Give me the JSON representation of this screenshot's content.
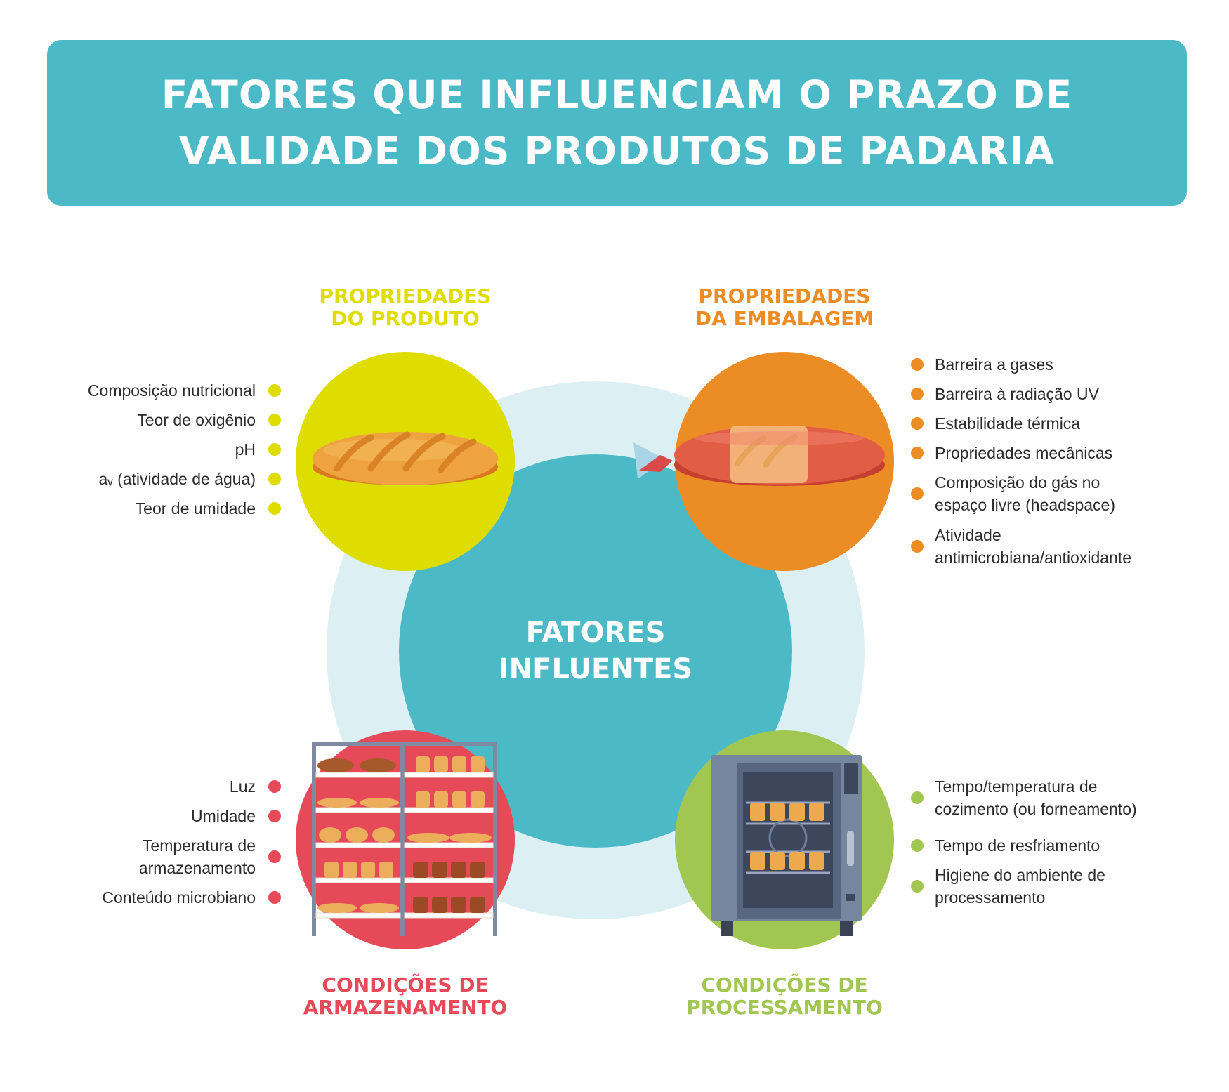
{
  "title": {
    "line1": "FATORES QUE INFLUENCIAM O PRAZO DE",
    "line2": "VALIDADE DOS PRODUTOS DE PADARIA"
  },
  "center": {
    "line1": "FATORES",
    "line2": "INFLUENTES"
  },
  "colors": {
    "banner": "#4bbac6",
    "product": "#dfdd00",
    "packaging": "#ec8c25",
    "storage": "#e64a59",
    "processing": "#a1c752"
  },
  "product": {
    "heading1": "PROPRIEDADES",
    "heading2": "DO PRODUTO",
    "icon": "baguette-icon",
    "items": [
      "Composição nutricional",
      "Teor de oxigênio",
      "pH",
      "aᵥ (atividade de água)",
      "Teor de umidade"
    ]
  },
  "packaging": {
    "heading1": "PROPRIEDADES",
    "heading2": "DA EMBALAGEM",
    "icon": "packaged-bread-icon",
    "items": [
      {
        "l1": "Barreira a gases"
      },
      {
        "l1": "Barreira à radiação UV"
      },
      {
        "l1": "Estabilidade térmica"
      },
      {
        "l1": "Propriedades mecânicas"
      },
      {
        "l1": "Composição do gás no",
        "l2": "espaço livre (headspace)"
      },
      {
        "l1": "Atividade",
        "l2": "antimicrobiana/antioxidante"
      }
    ]
  },
  "storage": {
    "heading1": "CONDIÇÕES DE",
    "heading2": "ARMAZENAMENTO",
    "icon": "bread-shelf-icon",
    "items": [
      {
        "l1": "Luz"
      },
      {
        "l1": "Umidade"
      },
      {
        "l1": "Temperatura de",
        "l2": "armazenamento"
      },
      {
        "l1": "Conteúdo microbiano"
      }
    ]
  },
  "processing": {
    "heading1": "CONDIÇÕES DE",
    "heading2": "PROCESSAMENTO",
    "icon": "oven-icon",
    "items": [
      {
        "l1": "Tempo/temperatura de",
        "l2": "cozimento (ou forneamento)"
      },
      {
        "l1": "Tempo de resfriamento"
      },
      {
        "l1": "Higiene do ambiente de",
        "l2": "processamento"
      }
    ]
  }
}
